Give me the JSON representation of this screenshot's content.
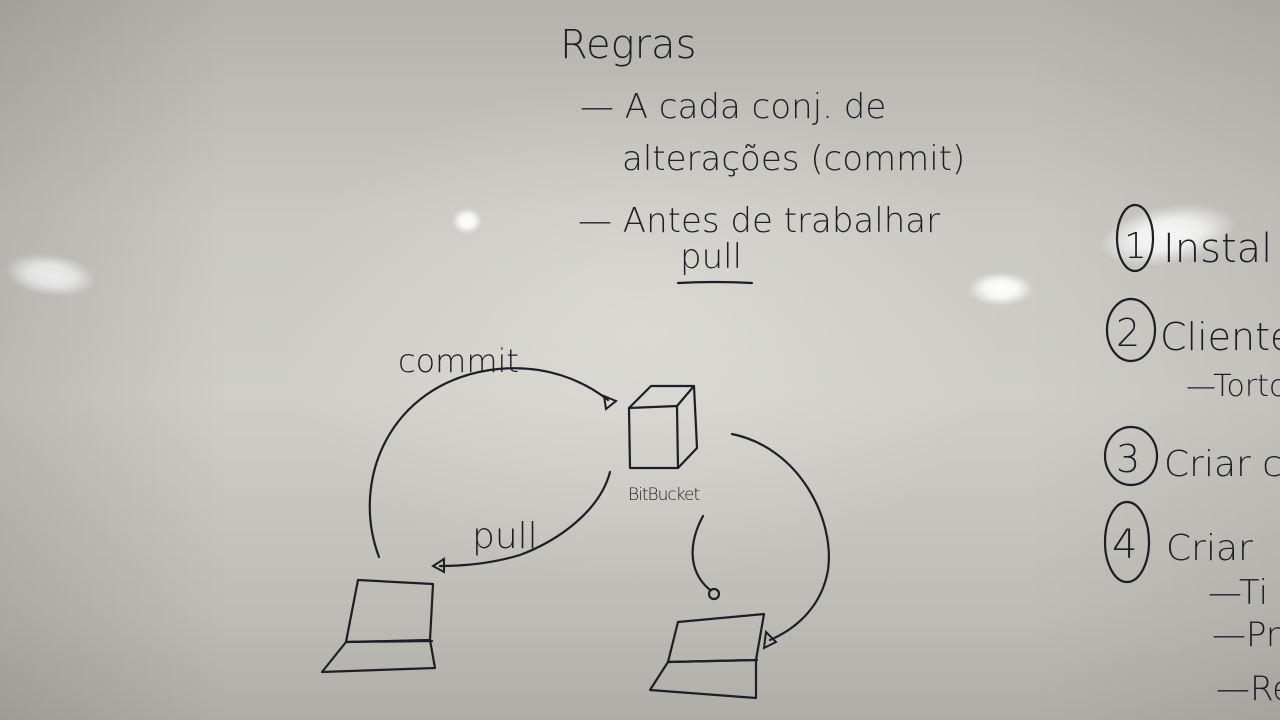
{
  "whiteboard": {
    "title": "Regras",
    "rules": [
      "— A cada conj. de",
      "alterações (commit)",
      "— Antes de trabalhar",
      "pull"
    ],
    "diagram": {
      "commit_label": "commit",
      "pull_label": "pull",
      "server_label": "BitBucket"
    },
    "steps": [
      {
        "number": "1",
        "text": "Instal"
      },
      {
        "number": "2",
        "text": "Cliente"
      },
      {
        "number": "",
        "text": "—Tortoi"
      },
      {
        "number": "3",
        "text": "Criar co"
      },
      {
        "number": "4",
        "text": "Criar"
      },
      {
        "number": "",
        "text": "—Ti"
      },
      {
        "number": "",
        "text": "—Pr"
      },
      {
        "number": "",
        "text": "—Re"
      }
    ]
  }
}
